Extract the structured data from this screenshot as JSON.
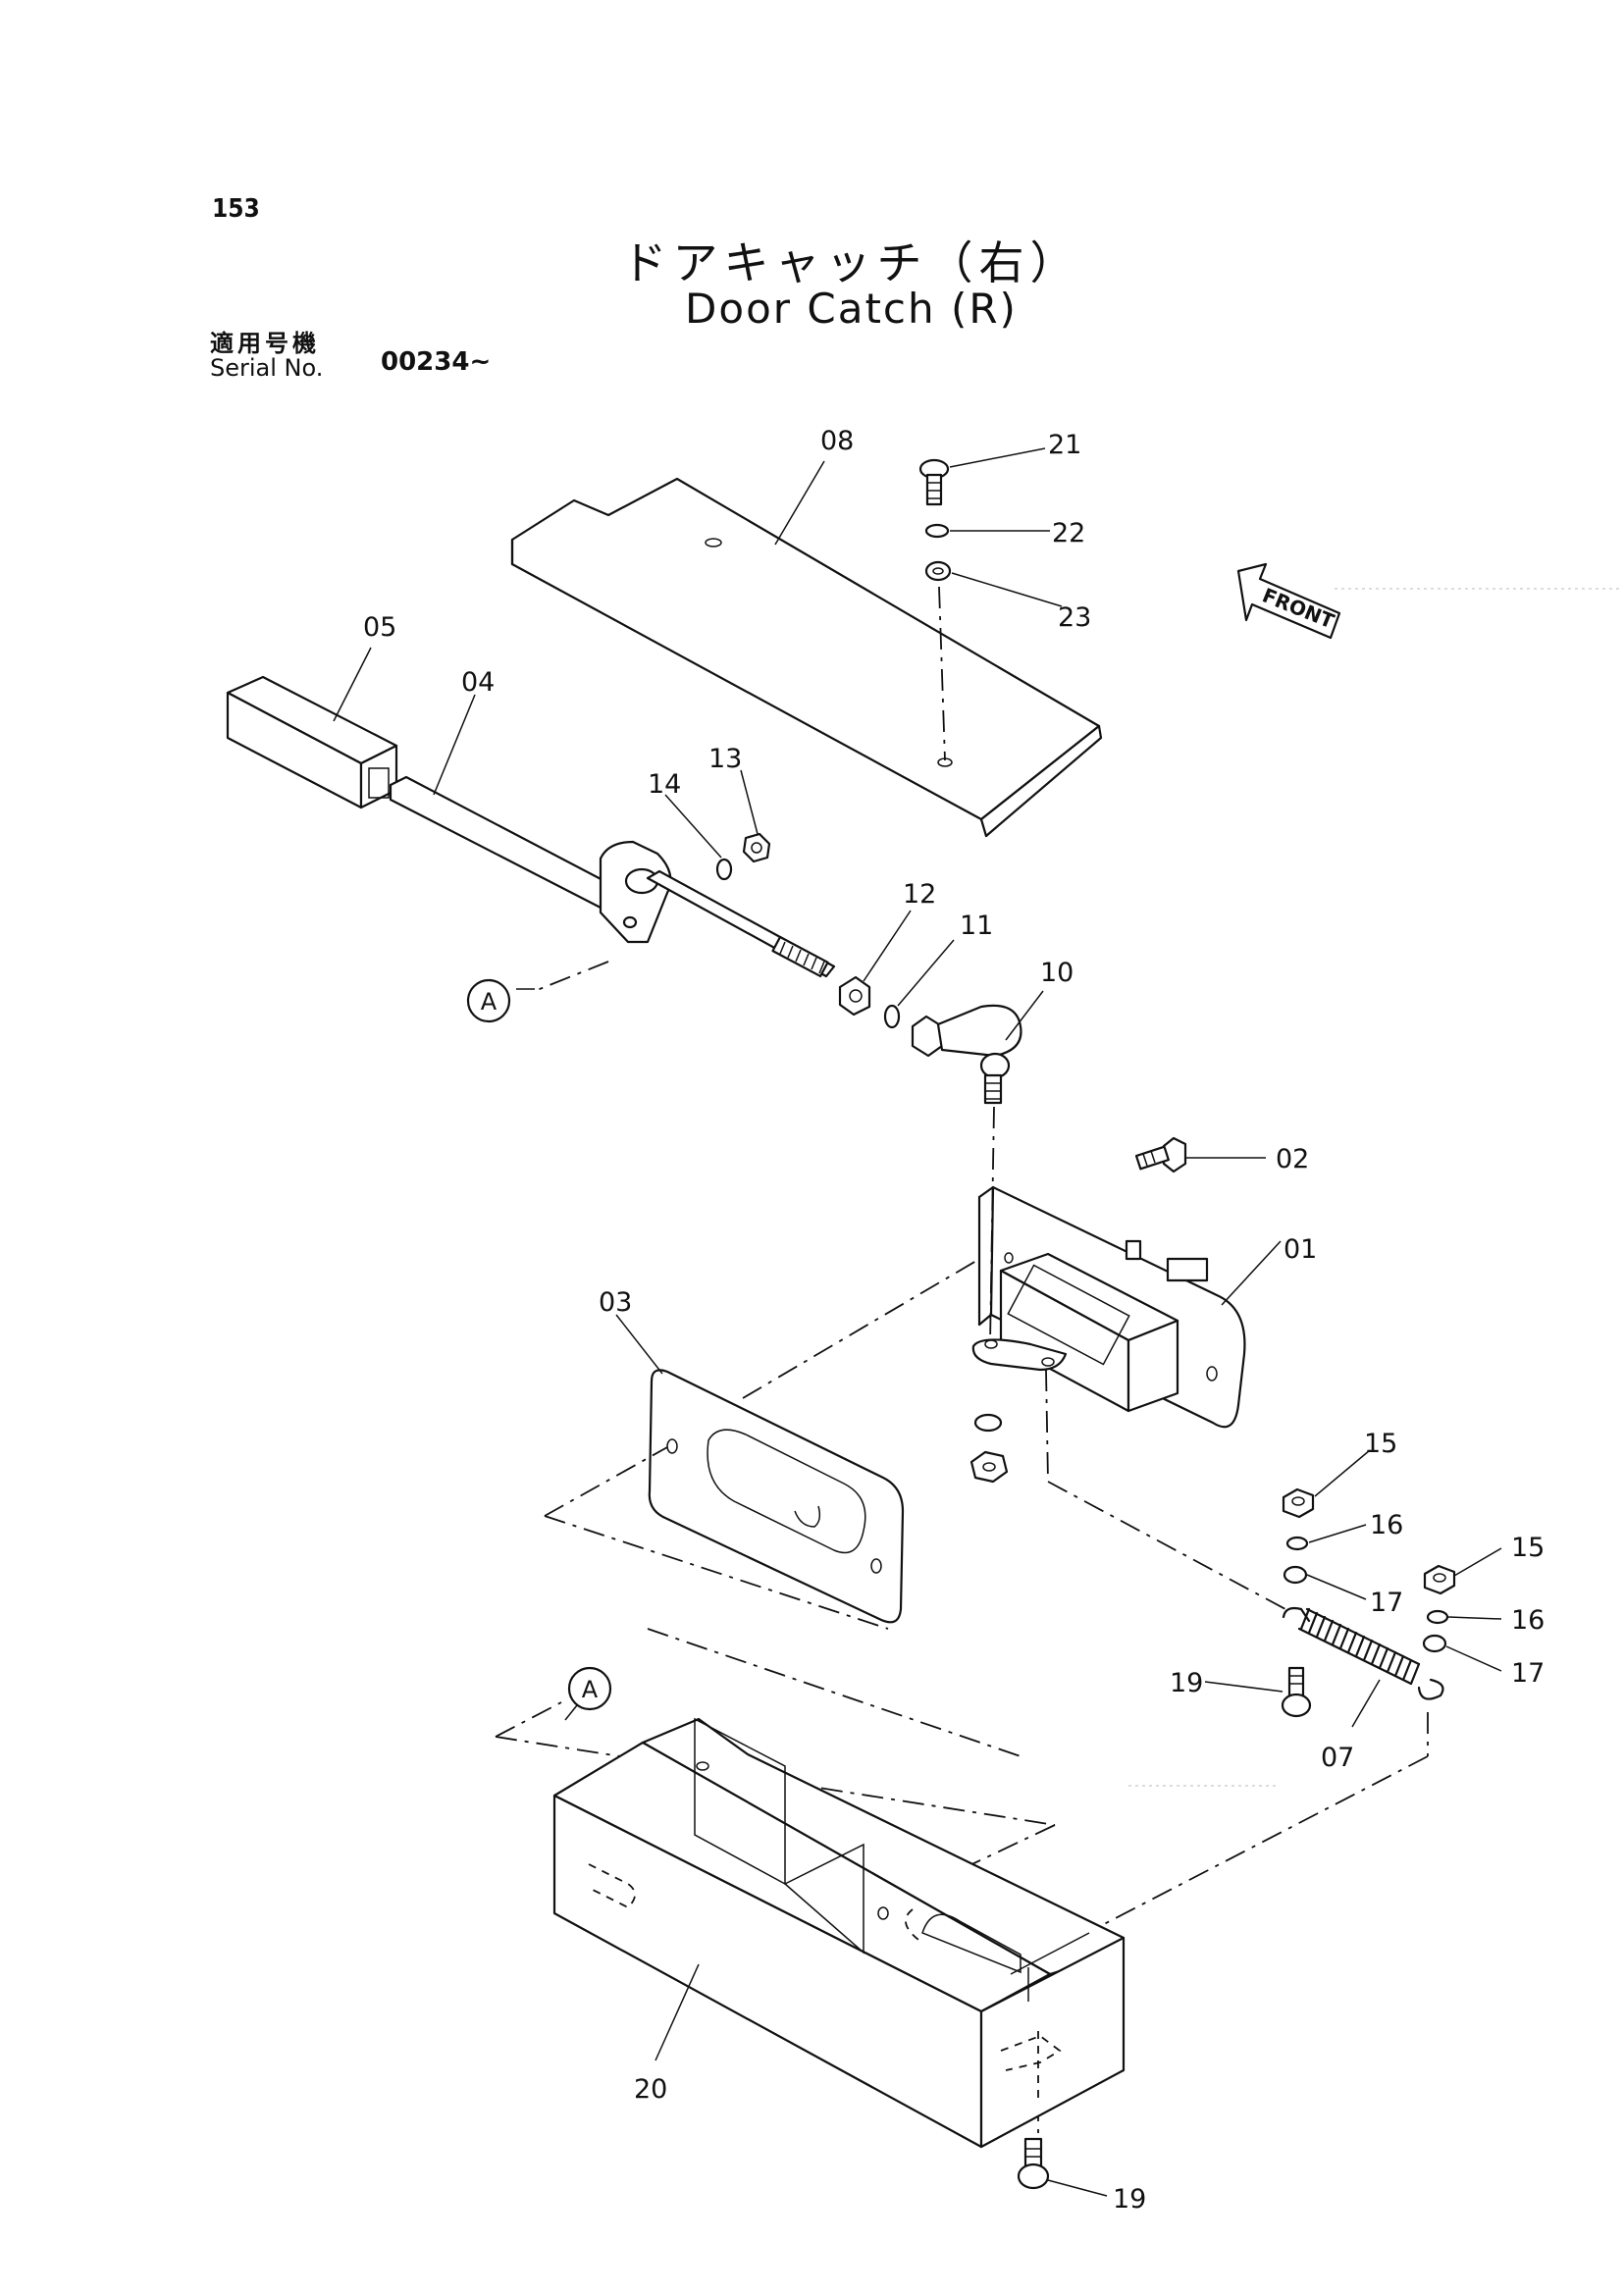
{
  "header": {
    "page_number": "153",
    "title_jp": "ドアキャッチ（右）",
    "title_en": "Door Catch (R)",
    "serial_label_jp": "適用号機",
    "serial_label_en": "Serial No.",
    "serial_value": "00234~"
  },
  "direction": {
    "label": "FRONT"
  },
  "parts": {
    "p01": "01",
    "p02": "02",
    "p03": "03",
    "p04": "04",
    "p05": "05",
    "p07": "07",
    "p08": "08",
    "p10": "10",
    "p11": "11",
    "p12": "12",
    "p13": "13",
    "p14": "14",
    "p15a": "15",
    "p15b": "15",
    "p16a": "16",
    "p16b": "16",
    "p17a": "17",
    "p17b": "17",
    "p19a": "19",
    "p19b": "19",
    "p20": "20",
    "p21": "21",
    "p22": "22",
    "p23": "23"
  },
  "references": {
    "ref_a1": "A",
    "ref_a2": "A"
  }
}
